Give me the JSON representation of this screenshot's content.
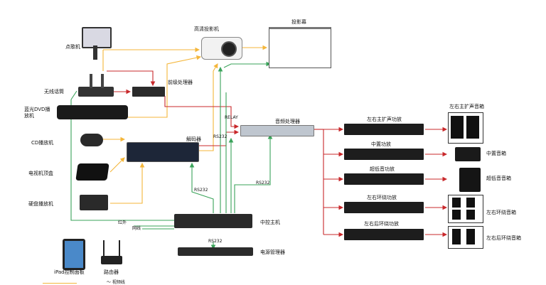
{
  "labels": {
    "karaoke": "点歌机",
    "projector": "高清投影机",
    "screen": "投影幕",
    "wireless_mic": "无线话筒",
    "preprocessor": "前级处理器",
    "bluray_player": "蓝光DVD播\n放机",
    "cd_player": "CD播放机",
    "decoder": "解码器",
    "relay": "RELAY",
    "rs232_a": "RS232",
    "audio_processor": "音频处理器",
    "tv_box": "电视机顶盒",
    "hdd_player": "硬盘播放机",
    "rs232_b": "RS232",
    "rs232_c": "RS232",
    "infrared": "红外",
    "network": "网线",
    "central_control": "中控主机",
    "rs232_d": "RS232",
    "power_manager": "电源管理器",
    "ipad_panel": "iPad控制面板",
    "router": "路由器",
    "amp_main": "左右主扩声功放",
    "amp_center": "中置功放",
    "amp_sub": "超低音功放",
    "amp_surround": "左右环绕功放",
    "amp_rear": "左右后环绕功放",
    "spk_main": "左右主扩声音箱",
    "spk_center": "中置音箱",
    "spk_sub": "超低音音箱",
    "spk_surround": "左右环绕音箱",
    "spk_rear": "左右后环绕音箱",
    "legend_partial": "～ 视频线"
  },
  "colors": {
    "video": "#f4b63a",
    "audio": "#c8282b",
    "control": "#3aa35a"
  }
}
